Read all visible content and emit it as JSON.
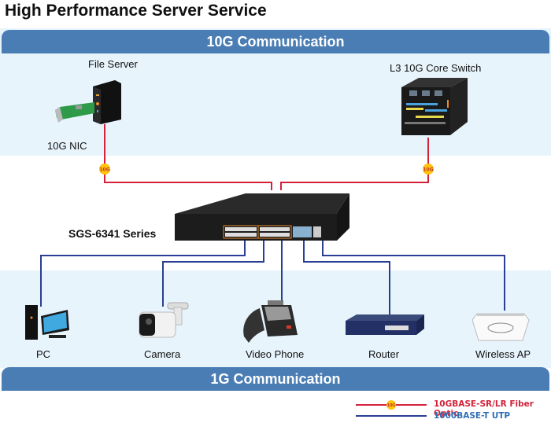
{
  "title": "High Performance Server Service",
  "sections": {
    "top_header": "10G Communication",
    "bottom_header": "1G Communication"
  },
  "devices": {
    "file_server": "File Server",
    "nic": "10G NIC",
    "core_switch": "L3 10G Core Switch",
    "main_switch": "SGS-6341 Series",
    "pc": "PC",
    "camera": "Camera",
    "video_phone": "Video Phone",
    "router": "Router",
    "wireless_ap": "Wireless AP"
  },
  "badges": {
    "fiber": "10G"
  },
  "legend": [
    {
      "label": "10GBASE-SR/LR Fiber Optic",
      "color": "#d3223a",
      "badge": "10G"
    },
    {
      "label": "1000BASE-T UTP",
      "color": "#2a3f94"
    }
  ],
  "colors": {
    "fiber": "#d3223a",
    "utp": "#2a3f94",
    "band": "#e8f4fc",
    "header_bar": "#4a7db4",
    "badge": "#ffc20e"
  }
}
